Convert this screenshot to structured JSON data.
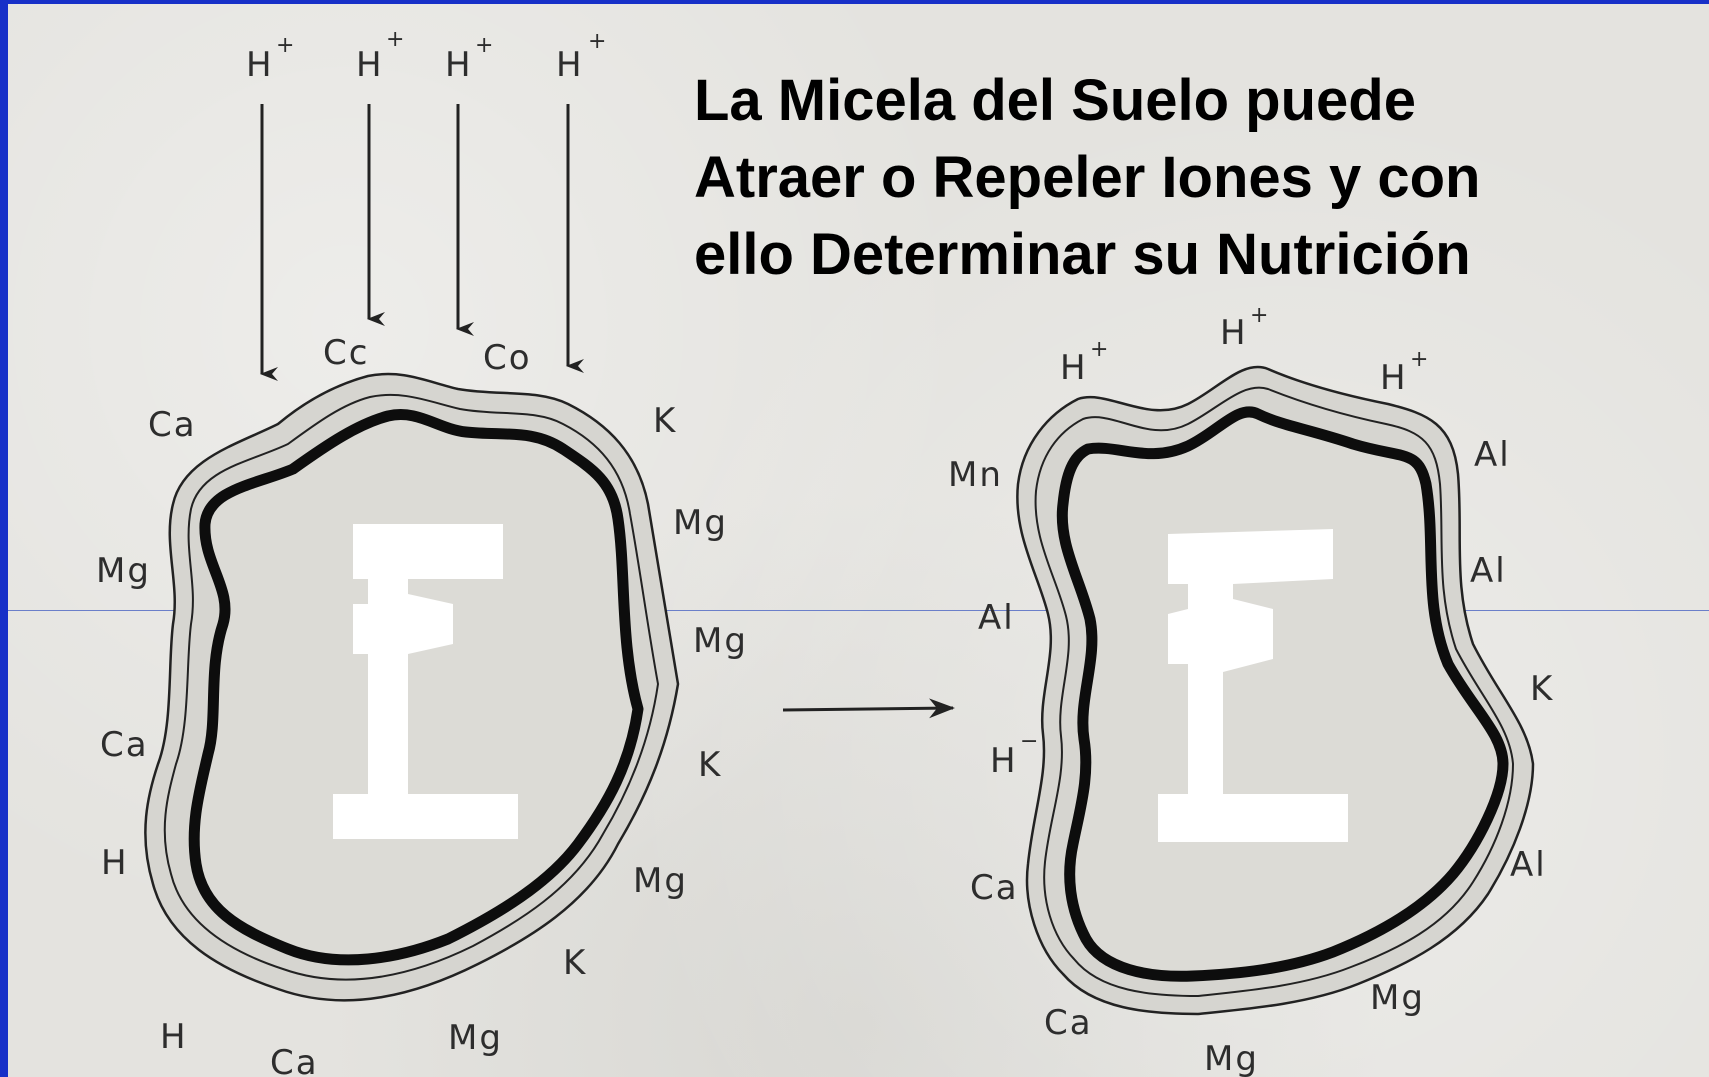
{
  "title": {
    "line1": "La Micela del Suelo puede",
    "line2": "Atraer  o Repeler Iones y con",
    "line3": "ello Determinar su Nutrición"
  },
  "incoming": {
    "ion": "H",
    "charge": "+"
  },
  "micelle_left": {
    "core_symbol": "Σ",
    "ions": [
      "Cc",
      "Co",
      "Ca",
      "K",
      "Mg",
      "Mg",
      "Mg",
      "Ca",
      "K",
      "H",
      "Mg",
      "K",
      "H",
      "Ca",
      "Mg"
    ]
  },
  "micelle_right": {
    "core_symbol": "Σ",
    "ions": {
      "h1": "H",
      "h1c": "+",
      "h2": "H",
      "h2c": "+",
      "h3": "H",
      "h3c": "+",
      "mn": "Mn",
      "al1": "Al",
      "al2": "Al",
      "al3": "Al",
      "h4": "H",
      "h4c": "−",
      "k": "K",
      "ca1": "Ca",
      "al4": "Al",
      "mg1": "Mg",
      "ca2": "Ca",
      "mg2": "Mg"
    }
  },
  "colors": {
    "background": "#e4e3df",
    "frame": "#1730c8",
    "ink": "#111111"
  }
}
